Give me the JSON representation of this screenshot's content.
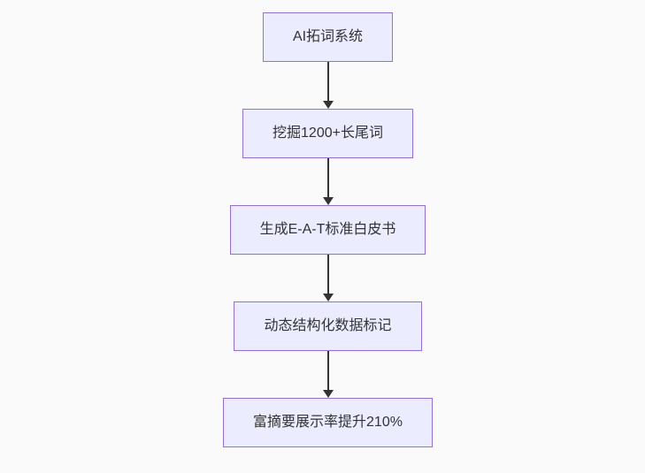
{
  "diagram": {
    "type": "flowchart",
    "direction": "top-to-bottom",
    "nodes": [
      {
        "id": "n1",
        "label": "AI拓词系统"
      },
      {
        "id": "n2",
        "label": "挖掘1200+长尾词"
      },
      {
        "id": "n3",
        "label": "生成E-A-T标准白皮书"
      },
      {
        "id": "n4",
        "label": "动态结构化数据标记"
      },
      {
        "id": "n5",
        "label": "富摘要展示率提升210%"
      }
    ],
    "edges": [
      {
        "from": "n1",
        "to": "n2",
        "style": "arrow"
      },
      {
        "from": "n2",
        "to": "n3",
        "style": "arrow"
      },
      {
        "from": "n3",
        "to": "n4",
        "style": "arrow"
      },
      {
        "from": "n4",
        "to": "n5",
        "style": "arrow"
      }
    ],
    "colors": {
      "background": "#fafafa",
      "node_fill": "#ececff",
      "node_border": "#9370db",
      "node_text": "#333333",
      "arrow": "#333333"
    }
  }
}
